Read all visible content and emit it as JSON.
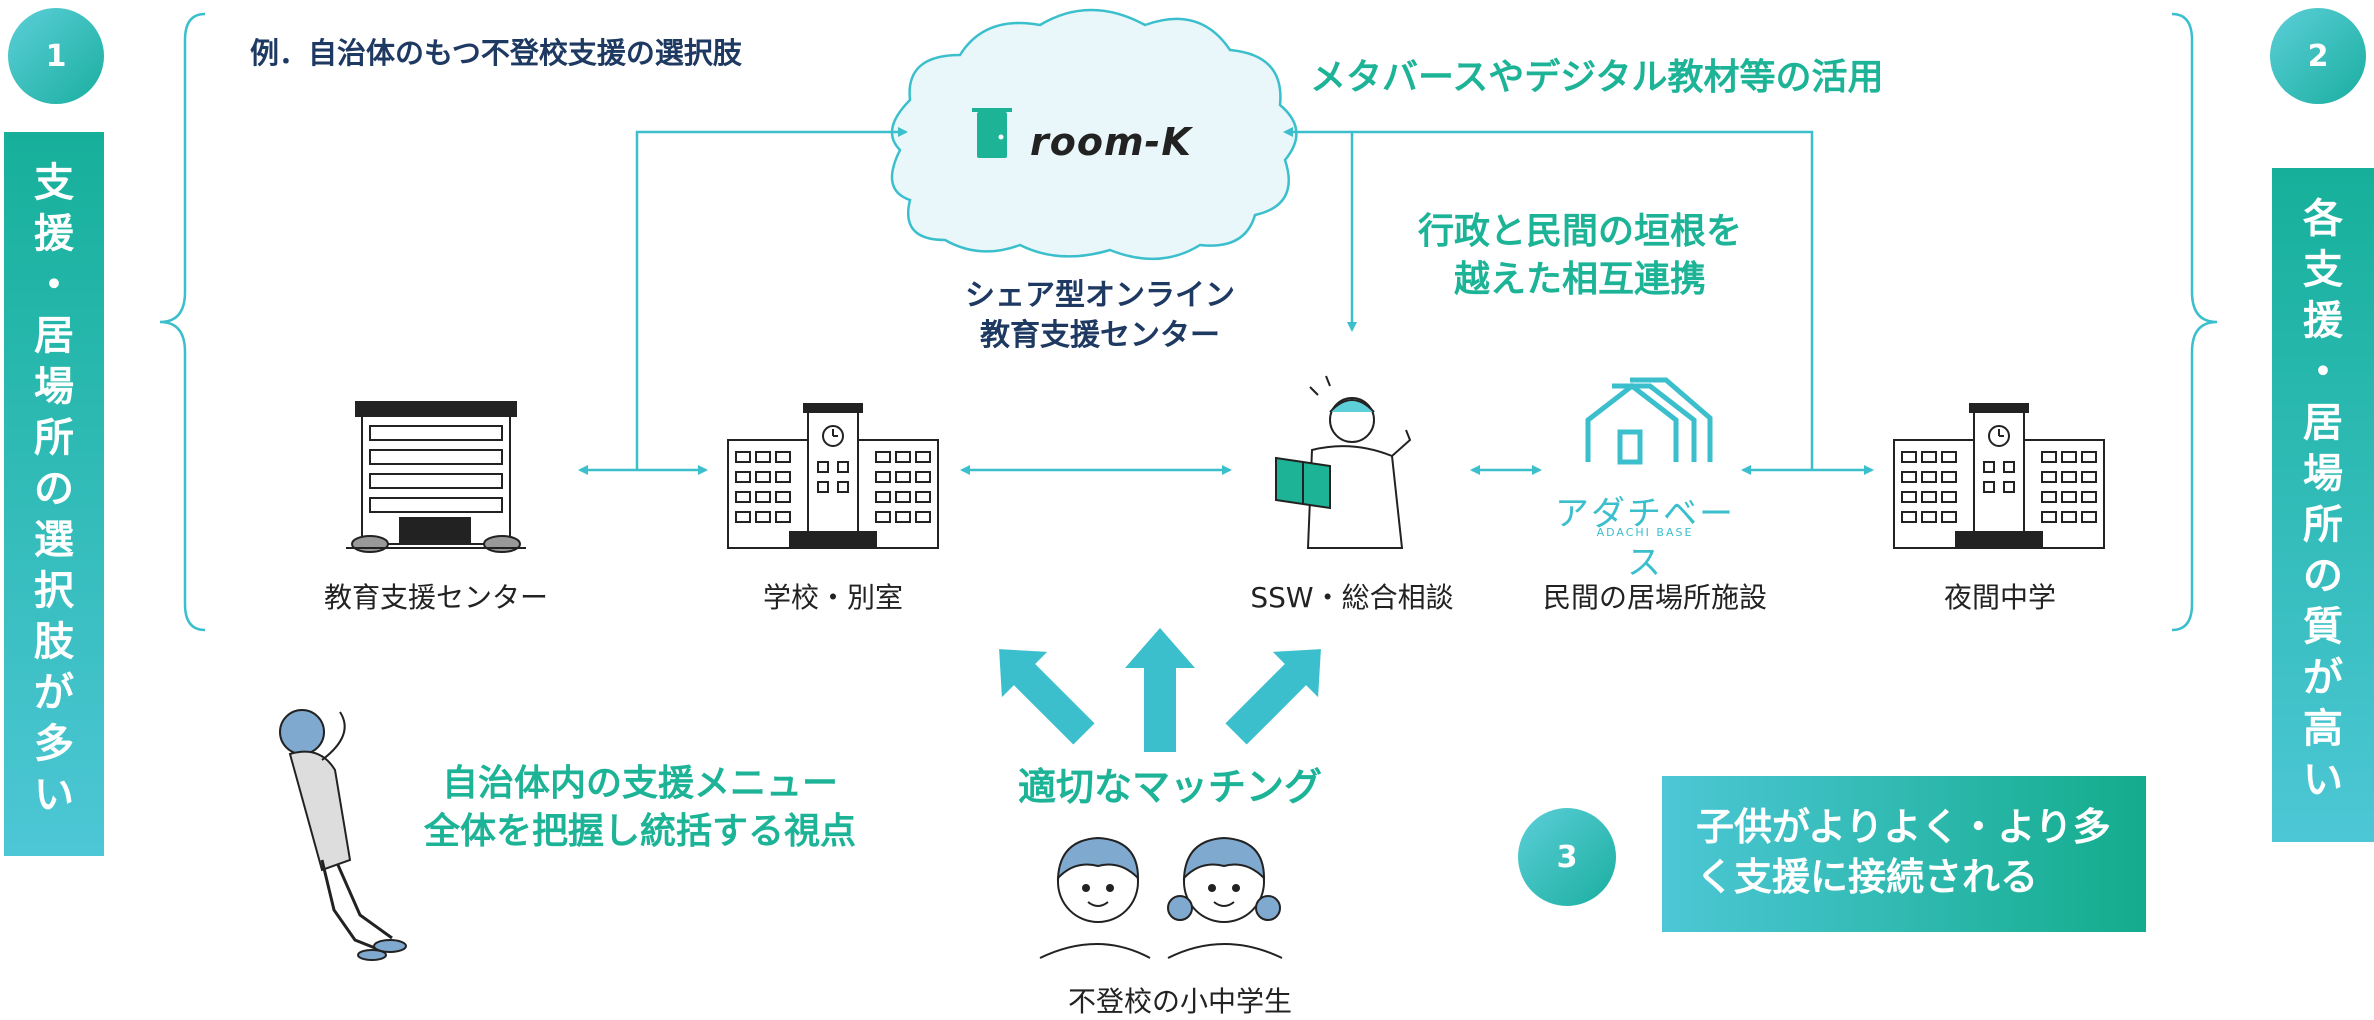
{
  "example_title": "例．自治体のもつ不登校支援の選択肢",
  "left": {
    "number": "1",
    "vertical_text": [
      "支",
      "援",
      "・",
      "居",
      "場",
      "所",
      "の",
      "選",
      "択",
      "肢",
      "が",
      "多",
      "い"
    ]
  },
  "right": {
    "number": "2",
    "vertical_text": [
      "各",
      "支",
      "援",
      "・",
      "居",
      "場",
      "所",
      "の",
      "質",
      "が",
      "高",
      "い"
    ]
  },
  "cloud": {
    "logo_text": "room-K",
    "caption_line1": "シェア型オンライン",
    "caption_line2": "教育支援センター"
  },
  "metaverse_text": "メタバースやデジタル教材等の活用",
  "collaboration": {
    "line1": "行政と民間の垣根を",
    "line2": "越えた相互連携"
  },
  "facilities": [
    {
      "label": "教育支援センター",
      "icon": "education-center-building-icon"
    },
    {
      "label": "学校・別室",
      "icon": "school-building-icon"
    },
    {
      "label": "SSW・総合相談",
      "icon": "counselor-person-icon"
    },
    {
      "label": "民間の居場所施設",
      "icon": "house-icon"
    },
    {
      "label": "夜間中学",
      "icon": "night-school-building-icon"
    }
  ],
  "adachi": {
    "title": "アダチベース",
    "subtitle": "ADACHI BASE"
  },
  "viewpoint": {
    "line1": "自治体内の支援メニュー",
    "line2": "全体を把握し統括する視点"
  },
  "matching_text": "適切なマッチング",
  "children_label": "不登校の小中学生",
  "outcome": {
    "number": "3",
    "line1": "子供がよりよく・より多",
    "line2": "く支援に接続される"
  },
  "colors": {
    "teal": "#1db397",
    "navy": "#1f3a62",
    "line": "#3bbfcc",
    "accent_light": "#5ccfd8"
  }
}
